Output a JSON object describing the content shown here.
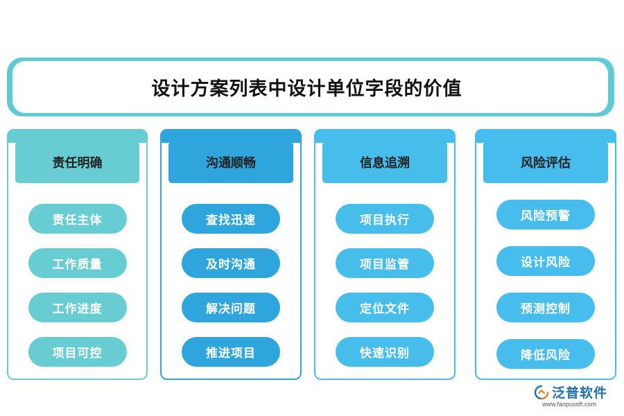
{
  "title": "设计方案列表中设计单位字段的价值",
  "columns": [
    {
      "header": "责任明确",
      "color": "#68cdd2",
      "items": [
        "责任主体",
        "工作质量",
        "工作进度",
        "项目可控"
      ]
    },
    {
      "header": "沟通顺畅",
      "color": "#2ea5dc",
      "items": [
        "查找迅速",
        "及时沟通",
        "解决问题",
        "推进项目"
      ]
    },
    {
      "header": "信息追溯",
      "color": "#46bdea",
      "items": [
        "项目执行",
        "项目监管",
        "定位文件",
        "快速识别"
      ]
    },
    {
      "header": "风险评估",
      "color": "#47bdee",
      "items": [
        "风险预警",
        "设计风险",
        "预测控制",
        "降低风险"
      ]
    }
  ],
  "watermark": {
    "text": "泛普软件",
    "icon": "fanpu-logo-icon"
  },
  "brand": {
    "name": "泛普软件",
    "url": "www.fanpusoft.com",
    "icon": "fanpu-logo-icon",
    "color": "#1f6fa8"
  }
}
